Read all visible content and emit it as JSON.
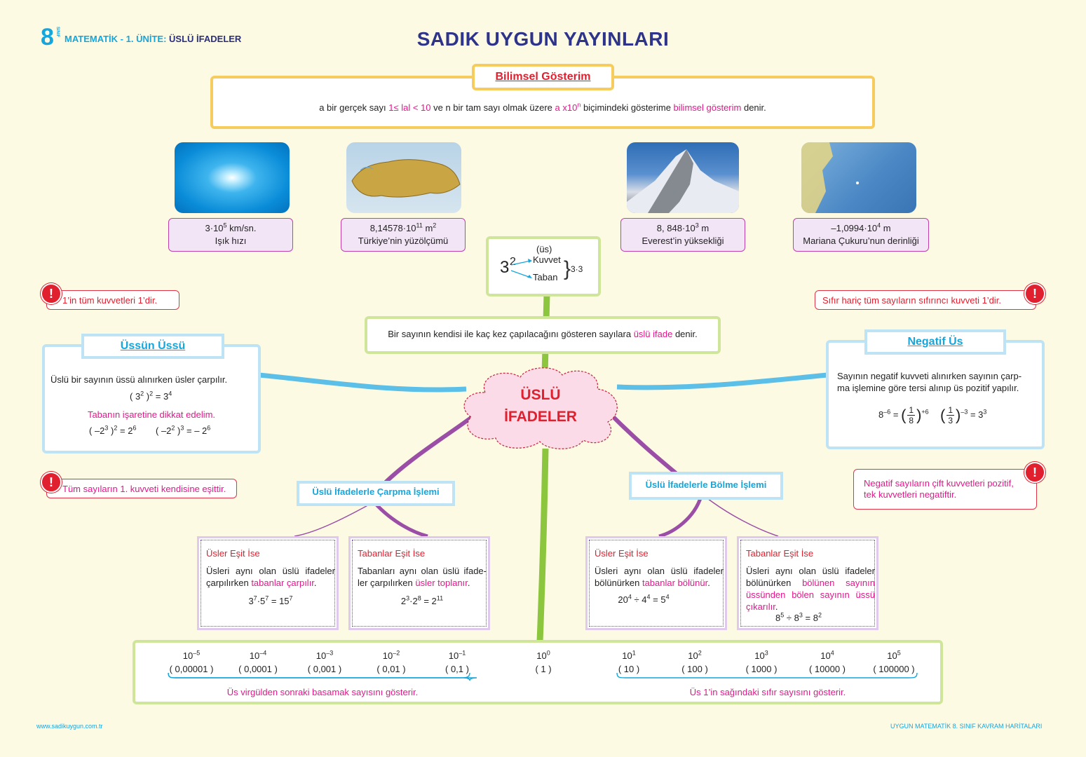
{
  "header": {
    "grade": "8",
    "grade_word": "SINIF",
    "unit_prefix": "MATEMATİK - 1. ÜNİTE:",
    "unit_name": "ÜSLÜ İFADELER",
    "title": "SADIK  UYGUN  YAYINLARI"
  },
  "bilimsel": {
    "title": "Bilimsel Gösterim",
    "t1": "a bir gerçek sayı ",
    "t2": "1≤ lal < 10",
    "t3": " ve n bir tam sayı olmak üzere ",
    "t4": "a x10",
    "t4sup": "n",
    "t5": " biçimindeki gösterime ",
    "t6": "bilimsel gösterim",
    "t7": " denir."
  },
  "examples": [
    {
      "value": "3·10",
      "exp": "5",
      "unit": " km/sn.",
      "label": "Işık hızı"
    },
    {
      "value": "8,14578·10",
      "exp": "11",
      "unit": " m",
      "unit_exp": "2",
      "label": "Türkiye’nin yüzölçümü"
    },
    {
      "value": "8, 848·10",
      "exp": "3",
      "unit": " m",
      "label": "Everest’in yüksekliği"
    },
    {
      "value": "–1,0994·10",
      "exp": "4",
      "unit": " m",
      "label": "Mariana Çukuru’nun derinliği"
    }
  ],
  "power": {
    "base": "3",
    "exp": "2",
    "us": "(üs)",
    "kuvvet": "Kuvvet",
    "taban": "Taban",
    "expand": "3·3"
  },
  "definition": {
    "t1": "Bir sayının kendisi ile kaç kez çapılacağını gösteren sayılara ",
    "t2": "üslü ifade",
    "t3": " denir."
  },
  "warnings": {
    "w1": "1’in tüm kuvvetleri 1’dir.",
    "w2": "Sıfır hariç tüm sayıların sıfırıncı kuvveti 1’dir.",
    "w3": "Tüm sayıların 1. kuvveti kendisine eşittir.",
    "w4a": "Negatif sayıların çift kuvvetleri pozitif,",
    "w4b": "tek kuvvetleri negatiftir."
  },
  "ussun_ussu": {
    "title": "Üssün Üssü",
    "text": "Üslü bir sayının üssü alınırken üsler çarpılır.",
    "note": "Tabanın işaretine dikkat edelim."
  },
  "negatif_us": {
    "title": "Negatif Üs",
    "text": "Sayının negatif kuvveti alınırken sayının çarp-ma işlemine göre tersi alınıp üs pozitif yapılır."
  },
  "central": {
    "line1": "ÜSLÜ",
    "line2": "İFADELER"
  },
  "carpma": {
    "title": "Üslü İfadelerle Çarpma İşlemi"
  },
  "bolme": {
    "title": "Üslü İfadelerle Bölme İşlemi"
  },
  "rules": [
    {
      "title": "Üsler Eşit İse",
      "b1": "Üsleri aynı olan üslü ifadeler çarpılırken ",
      "b2": "tabanlar çarpılır",
      "b3": "."
    },
    {
      "title": "Tabanlar Eşit İse",
      "b1": "Tabanları aynı olan üslü ifade-ler çarpılırken ",
      "b2": "üsler toplanır",
      "b3": "."
    },
    {
      "title": "Üsler Eşit İse",
      "b1": "Üsleri aynı olan üslü ifadeler bölünürken ",
      "b2": "tabanlar bölünür",
      "b3": "."
    },
    {
      "title": "Tabanlar Eşit İse",
      "b1": "Üsleri aynı olan üslü ifadeler bölünürken ",
      "b2": "bölünen sayının üssünden bölen sayının üssü çıkarılır",
      "b3": "."
    }
  ],
  "scale": {
    "items": [
      {
        "exp": "–5",
        "dec": "( 0,00001 )"
      },
      {
        "exp": "–4",
        "dec": "( 0,0001 )"
      },
      {
        "exp": "–3",
        "dec": "( 0,001 )"
      },
      {
        "exp": "–2",
        "dec": "( 0,01 )"
      },
      {
        "exp": "–1",
        "dec": "( 0,1 )"
      },
      {
        "exp": "0",
        "dec": "( 1 )"
      },
      {
        "exp": "1",
        "dec": "( 10 )"
      },
      {
        "exp": "2",
        "dec": "( 100 )"
      },
      {
        "exp": "3",
        "dec": "( 1000 )"
      },
      {
        "exp": "4",
        "dec": "( 10000 )"
      },
      {
        "exp": "5",
        "dec": "( 100000 )"
      }
    ],
    "note_left": "Üs virgülden sonraki basamak sayısını gösterir.",
    "note_right": "Üs 1’in sağındaki sıfır sayısını gösterir."
  },
  "footer": {
    "url": "www.sadikuygun.com.tr",
    "book": "UYGUN MATEMATİK 8. SINIF KAVRAM HARİTALARI"
  },
  "colors": {
    "background": "#fdfae4",
    "title": "#2e3489",
    "accent_red": "#e0202e",
    "accent_pink": "#e2188b",
    "accent_cyan": "#16a6dc",
    "branch_green": "#8cc63f",
    "branch_purple": "#9b4ea6",
    "branch_blue": "#5bbfe8"
  }
}
